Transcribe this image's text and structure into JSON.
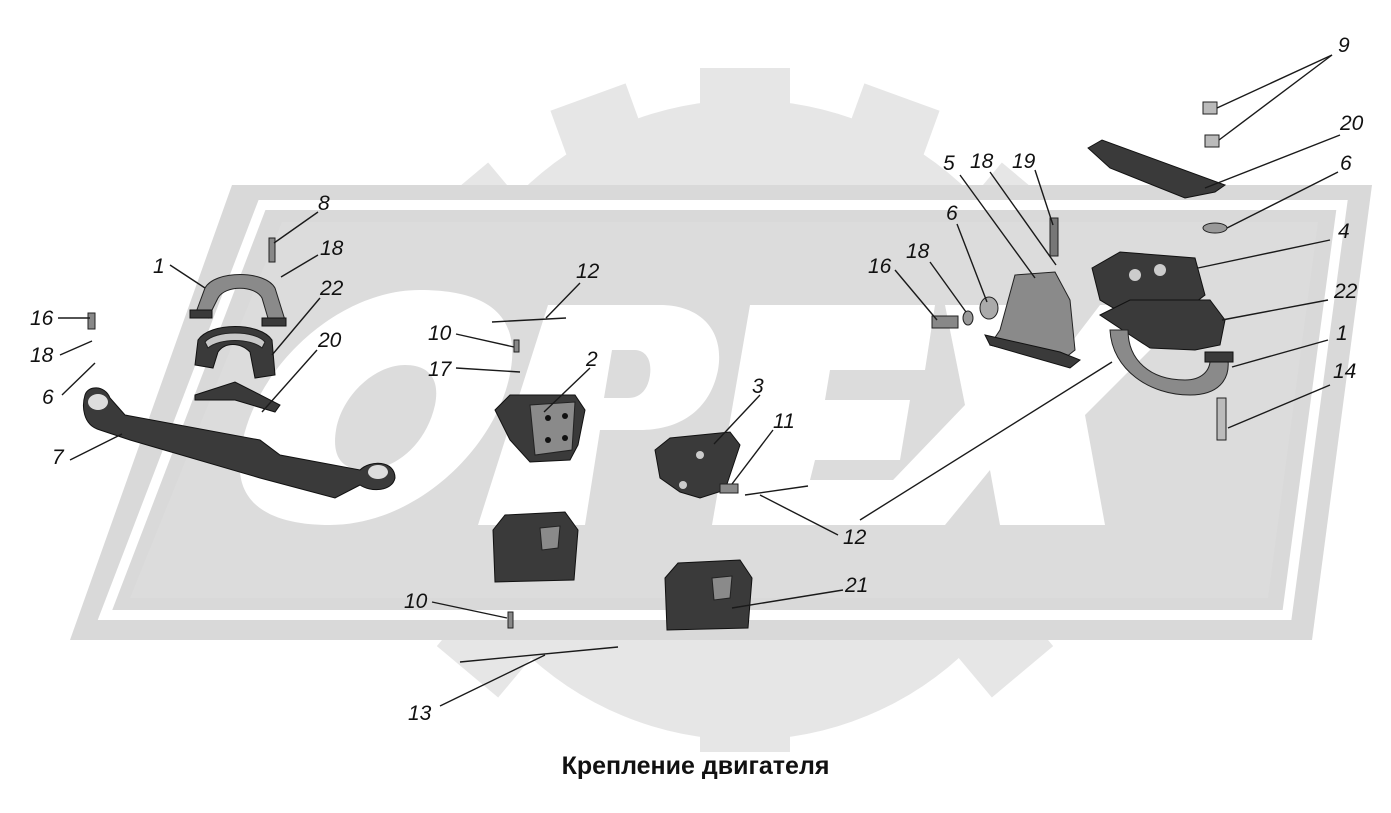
{
  "caption": "Крепление двигателя",
  "watermark": {
    "text": "OPEX",
    "gear_color": "#e6e6e6",
    "plate_color": "#d9d9d9",
    "letter_color": "#ffffff"
  },
  "callouts": [
    {
      "text": "8"
    },
    {
      "text": "18"
    },
    {
      "text": "1"
    },
    {
      "text": "22"
    },
    {
      "text": "16"
    },
    {
      "text": "18"
    },
    {
      "text": "20"
    },
    {
      "text": "6"
    },
    {
      "text": "7"
    },
    {
      "text": "12"
    },
    {
      "text": "10"
    },
    {
      "text": "17"
    },
    {
      "text": "2"
    },
    {
      "text": "3"
    },
    {
      "text": "11"
    },
    {
      "text": "12"
    },
    {
      "text": "10"
    },
    {
      "text": "13"
    },
    {
      "text": "21"
    },
    {
      "text": "5"
    },
    {
      "text": "18"
    },
    {
      "text": "19"
    },
    {
      "text": "6"
    },
    {
      "text": "16"
    },
    {
      "text": "18"
    },
    {
      "text": "9"
    },
    {
      "text": "20"
    },
    {
      "text": "6"
    },
    {
      "text": "4"
    },
    {
      "text": "22"
    },
    {
      "text": "1"
    },
    {
      "text": "14"
    }
  ],
  "parts": [
    {
      "icon": "bracket-clamp-icon"
    },
    {
      "icon": "rubber-cushion-icon"
    },
    {
      "icon": "plate-icon"
    },
    {
      "icon": "crossbeam-icon"
    },
    {
      "icon": "front-mount-icon"
    },
    {
      "icon": "side-mount-icon"
    },
    {
      "icon": "rubber-block-icon"
    },
    {
      "icon": "rubber-block-icon"
    },
    {
      "icon": "bracket-plate-icon"
    },
    {
      "icon": "rear-bracket-icon"
    },
    {
      "icon": "rear-clamp-icon"
    },
    {
      "icon": "rear-plate-icon"
    }
  ]
}
